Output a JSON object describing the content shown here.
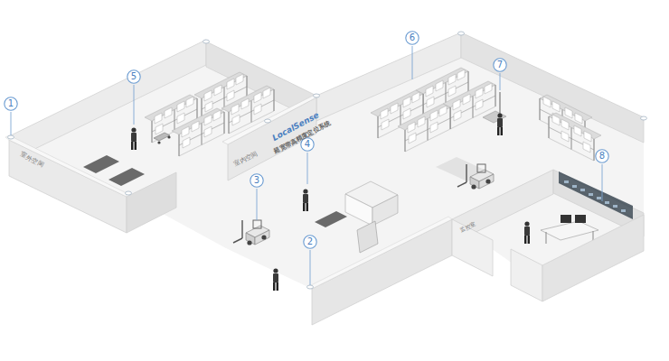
{
  "diagram": {
    "nodes": [
      {
        "text": [
          "1"
        ]
      },
      {
        "text": [
          "2"
        ]
      },
      {
        "text": [
          "3"
        ]
      },
      {
        "text": [
          "4"
        ]
      },
      {
        "text": [
          "5"
        ]
      },
      {
        "text": [
          "6"
        ]
      },
      {
        "text": [
          "7"
        ]
      },
      {
        "text": [
          "8"
        ]
      }
    ],
    "labels": [
      "室外空间",
      "室内空间",
      "LocalSense",
      "超宽带高精度定位系统",
      "监控室"
    ]
  }
}
